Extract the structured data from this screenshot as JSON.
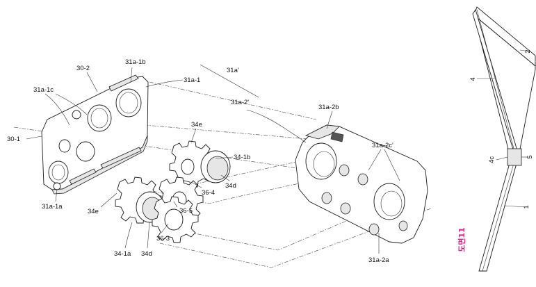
{
  "labels": {
    "l_31a1b": "31a-1b",
    "l_302": "30-2",
    "l_31a1": "31a-1",
    "l_31a_prime": "31a'",
    "l_31a1c": "31a-1c",
    "l_31a2_prime": "31a-2'",
    "l_31a2b": "31a-2b",
    "l_301": "30-1",
    "l_34e_top": "34e",
    "l_341b": "34-1b",
    "l_31a2c_prime": "31a-2c'",
    "l_364": "36-4",
    "l_34d_right": "34d",
    "l_31a1a": "31a-1a",
    "l_34e_left": "34e",
    "l_365": "36-5",
    "l_363": "36-3",
    "l_341a": "34-1a",
    "l_34d_bottom": "34d",
    "l_31a2a": "31a-2a",
    "l_2": "2",
    "l_4": "4",
    "l_4c": "4c",
    "l_5": "5",
    "l_1": "1"
  },
  "figure_label": "도면11",
  "figure_label_color": "#e0218a"
}
